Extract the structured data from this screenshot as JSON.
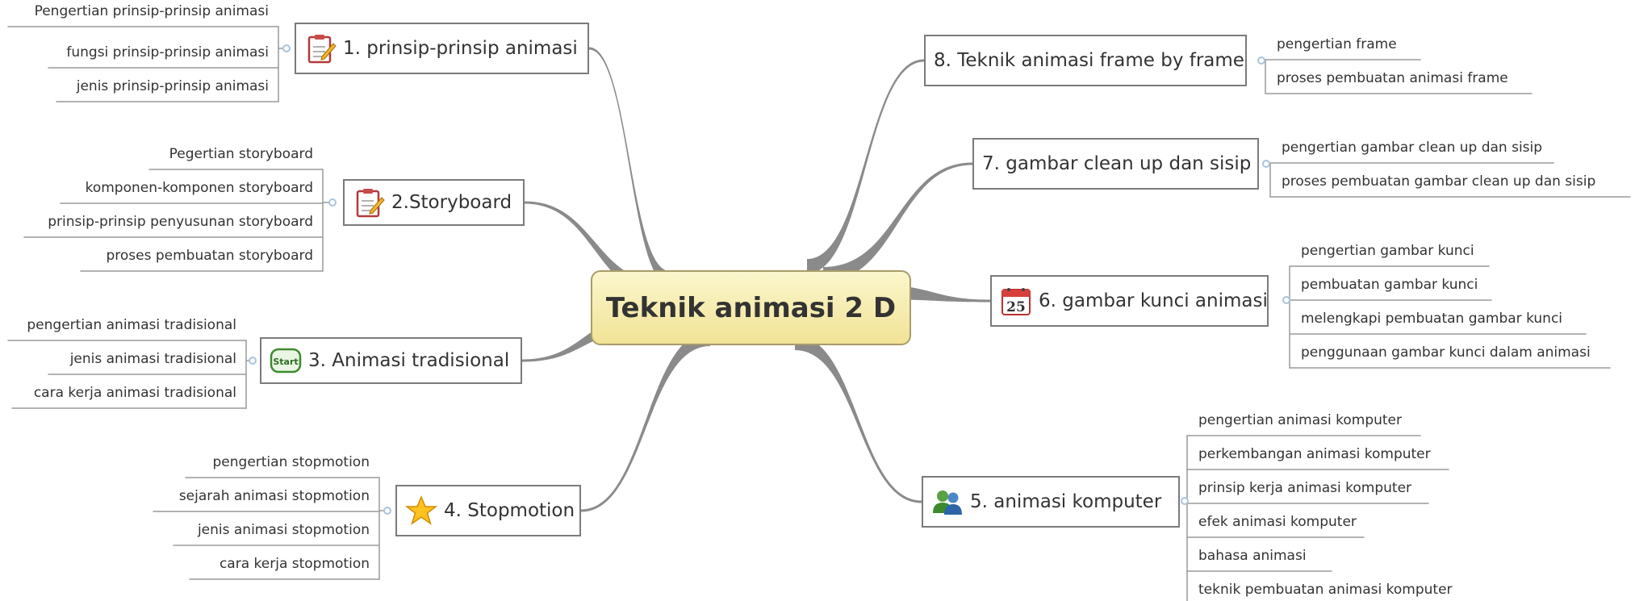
{
  "central": {
    "label": "Teknik animasi 2 D"
  },
  "topics": [
    {
      "id": "t1",
      "label": "1. prinsip-prinsip animasi",
      "icon": "notepad-icon",
      "children": [
        "Pengertian prinsip-prinsip animasi",
        "fungsi prinsip-prinsip animasi",
        "jenis prinsip-prinsip animasi"
      ]
    },
    {
      "id": "t2",
      "label": "2.Storyboard",
      "icon": "notepad-icon",
      "children": [
        "Pegertian storyboard",
        "komponen-komponen storyboard",
        "prinsip-prinsip penyusunan storyboard",
        "proses pembuatan storyboard"
      ]
    },
    {
      "id": "t3",
      "label": "3. Animasi tradisional",
      "icon": "start-icon",
      "icon_text": "Start",
      "children": [
        "pengertian animasi tradisional",
        "jenis animasi tradisional",
        "cara kerja animasi tradisional"
      ]
    },
    {
      "id": "t4",
      "label": "4. Stopmotion",
      "icon": "star-icon",
      "children": [
        "pengertian stopmotion",
        "sejarah animasi stopmotion",
        "jenis animasi stopmotion",
        "cara kerja stopmotion"
      ]
    },
    {
      "id": "t5",
      "label": "5. animasi komputer",
      "icon": "users-icon",
      "children": [
        "pengertian animasi komputer",
        "perkembangan animasi komputer",
        "prinsip kerja animasi komputer",
        "efek animasi komputer",
        "bahasa animasi",
        "teknik pembuatan animasi komputer"
      ]
    },
    {
      "id": "t6",
      "label": "6. gambar kunci animasi",
      "icon": "calendar-icon",
      "icon_text": "25",
      "children": [
        "pengertian gambar kunci",
        "pembuatan gambar kunci",
        "melengkapi pembuatan gambar kunci",
        "penggunaan gambar kunci dalam animasi"
      ]
    },
    {
      "id": "t7",
      "label": "7. gambar clean up dan sisip",
      "icon": "",
      "children": [
        "pengertian gambar clean up dan sisip",
        "proses pembuatan gambar clean up dan sisip"
      ]
    },
    {
      "id": "t8",
      "label": "8. Teknik animasi frame by frame",
      "icon": "",
      "children": [
        "pengertian frame",
        "proses pembuatan animasi frame"
      ]
    }
  ],
  "colors": {
    "branch": "#8a8a8a",
    "central_fill": "#f5eab2",
    "central_border": "#a89c6a",
    "topic_border": "#7b7b7b",
    "leaf_line": "#9a9a9a",
    "dot": "#a9c3dc"
  }
}
